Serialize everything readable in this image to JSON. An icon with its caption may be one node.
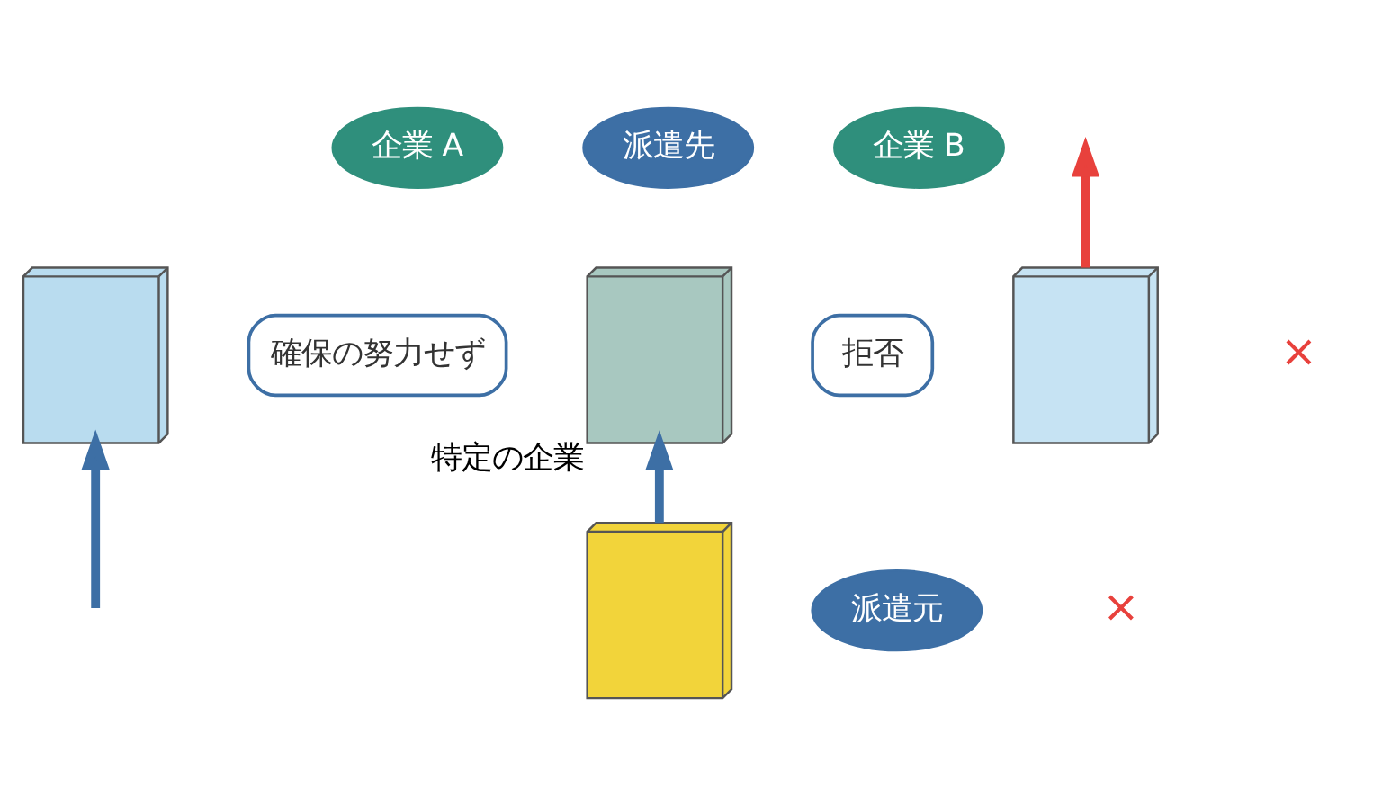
{
  "diagram": {
    "nodes": [
      {
        "text": [
          "企業 A"
        ]
      },
      {
        "text": [],
        "shape": "picture"
      },
      {
        "text": [
          "確保の努力せず"
        ]
      },
      {
        "text": [
          "派遣先"
        ]
      },
      {
        "text": [],
        "shape": "picture",
        "beside": [
          "特定の企業"
        ]
      },
      {
        "text": [
          "派遣元"
        ]
      },
      {
        "text": [],
        "shape": "picture"
      },
      {
        "text": [
          "拒否"
        ]
      },
      {
        "text": [
          "企業 B"
        ]
      },
      {
        "text": [],
        "shape": "picture"
      }
    ],
    "edges": [
      {
        "from": null,
        "to": 1,
        "arrow": "to"
      },
      {
        "from": 6,
        "to": 4,
        "arrow": "to"
      },
      {
        "from": 9,
        "to": null,
        "arrow": "to",
        "color": "#e8413c"
      }
    ],
    "labels": [
      "×",
      "×"
    ]
  }
}
